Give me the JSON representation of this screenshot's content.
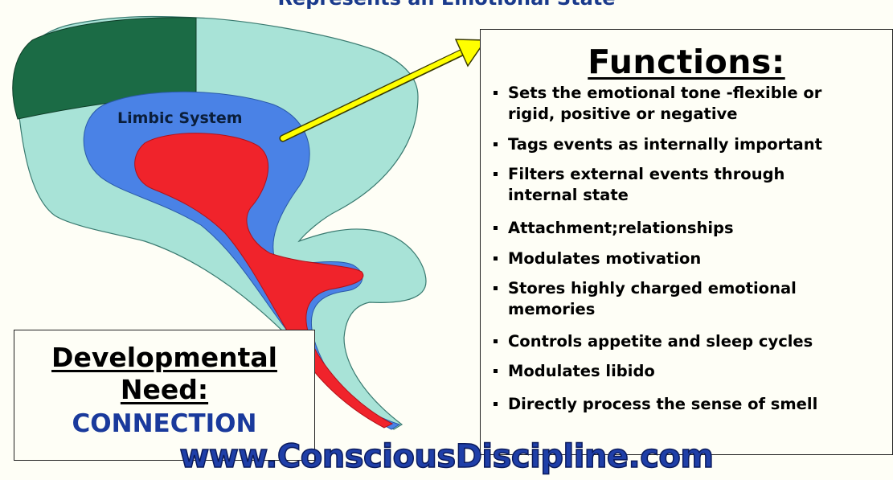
{
  "header": {
    "title": "Represents an Emotional State"
  },
  "diagram": {
    "limbic_label": "Limbic System"
  },
  "functions": {
    "title": "Functions:",
    "items": [
      "Sets the emotional tone -flexible or",
      "rigid, positive or negative",
      "Tags events as internally important",
      "Filters external events through",
      "internal state",
      "Attachment;relationships",
      "Modulates motivation",
      "Stores highly charged emotional",
      "memories",
      "Controls appetite and sleep cycles",
      "Modulates libido",
      "Directly process the sense of smell"
    ]
  },
  "developmental": {
    "title_line1": "Developmental",
    "title_line2": "Need:",
    "need": "CONNECTION"
  },
  "footer": {
    "website": "www.ConsciousDiscipline.com"
  },
  "colors": {
    "cortex_dark": "#1b6b45",
    "cortex_light": "#a8e3d7",
    "limbic_blue": "#4a82e6",
    "core_red": "#f0232b",
    "arrow_yellow": "#ffff00",
    "title_blue": "#1a3a8c"
  }
}
